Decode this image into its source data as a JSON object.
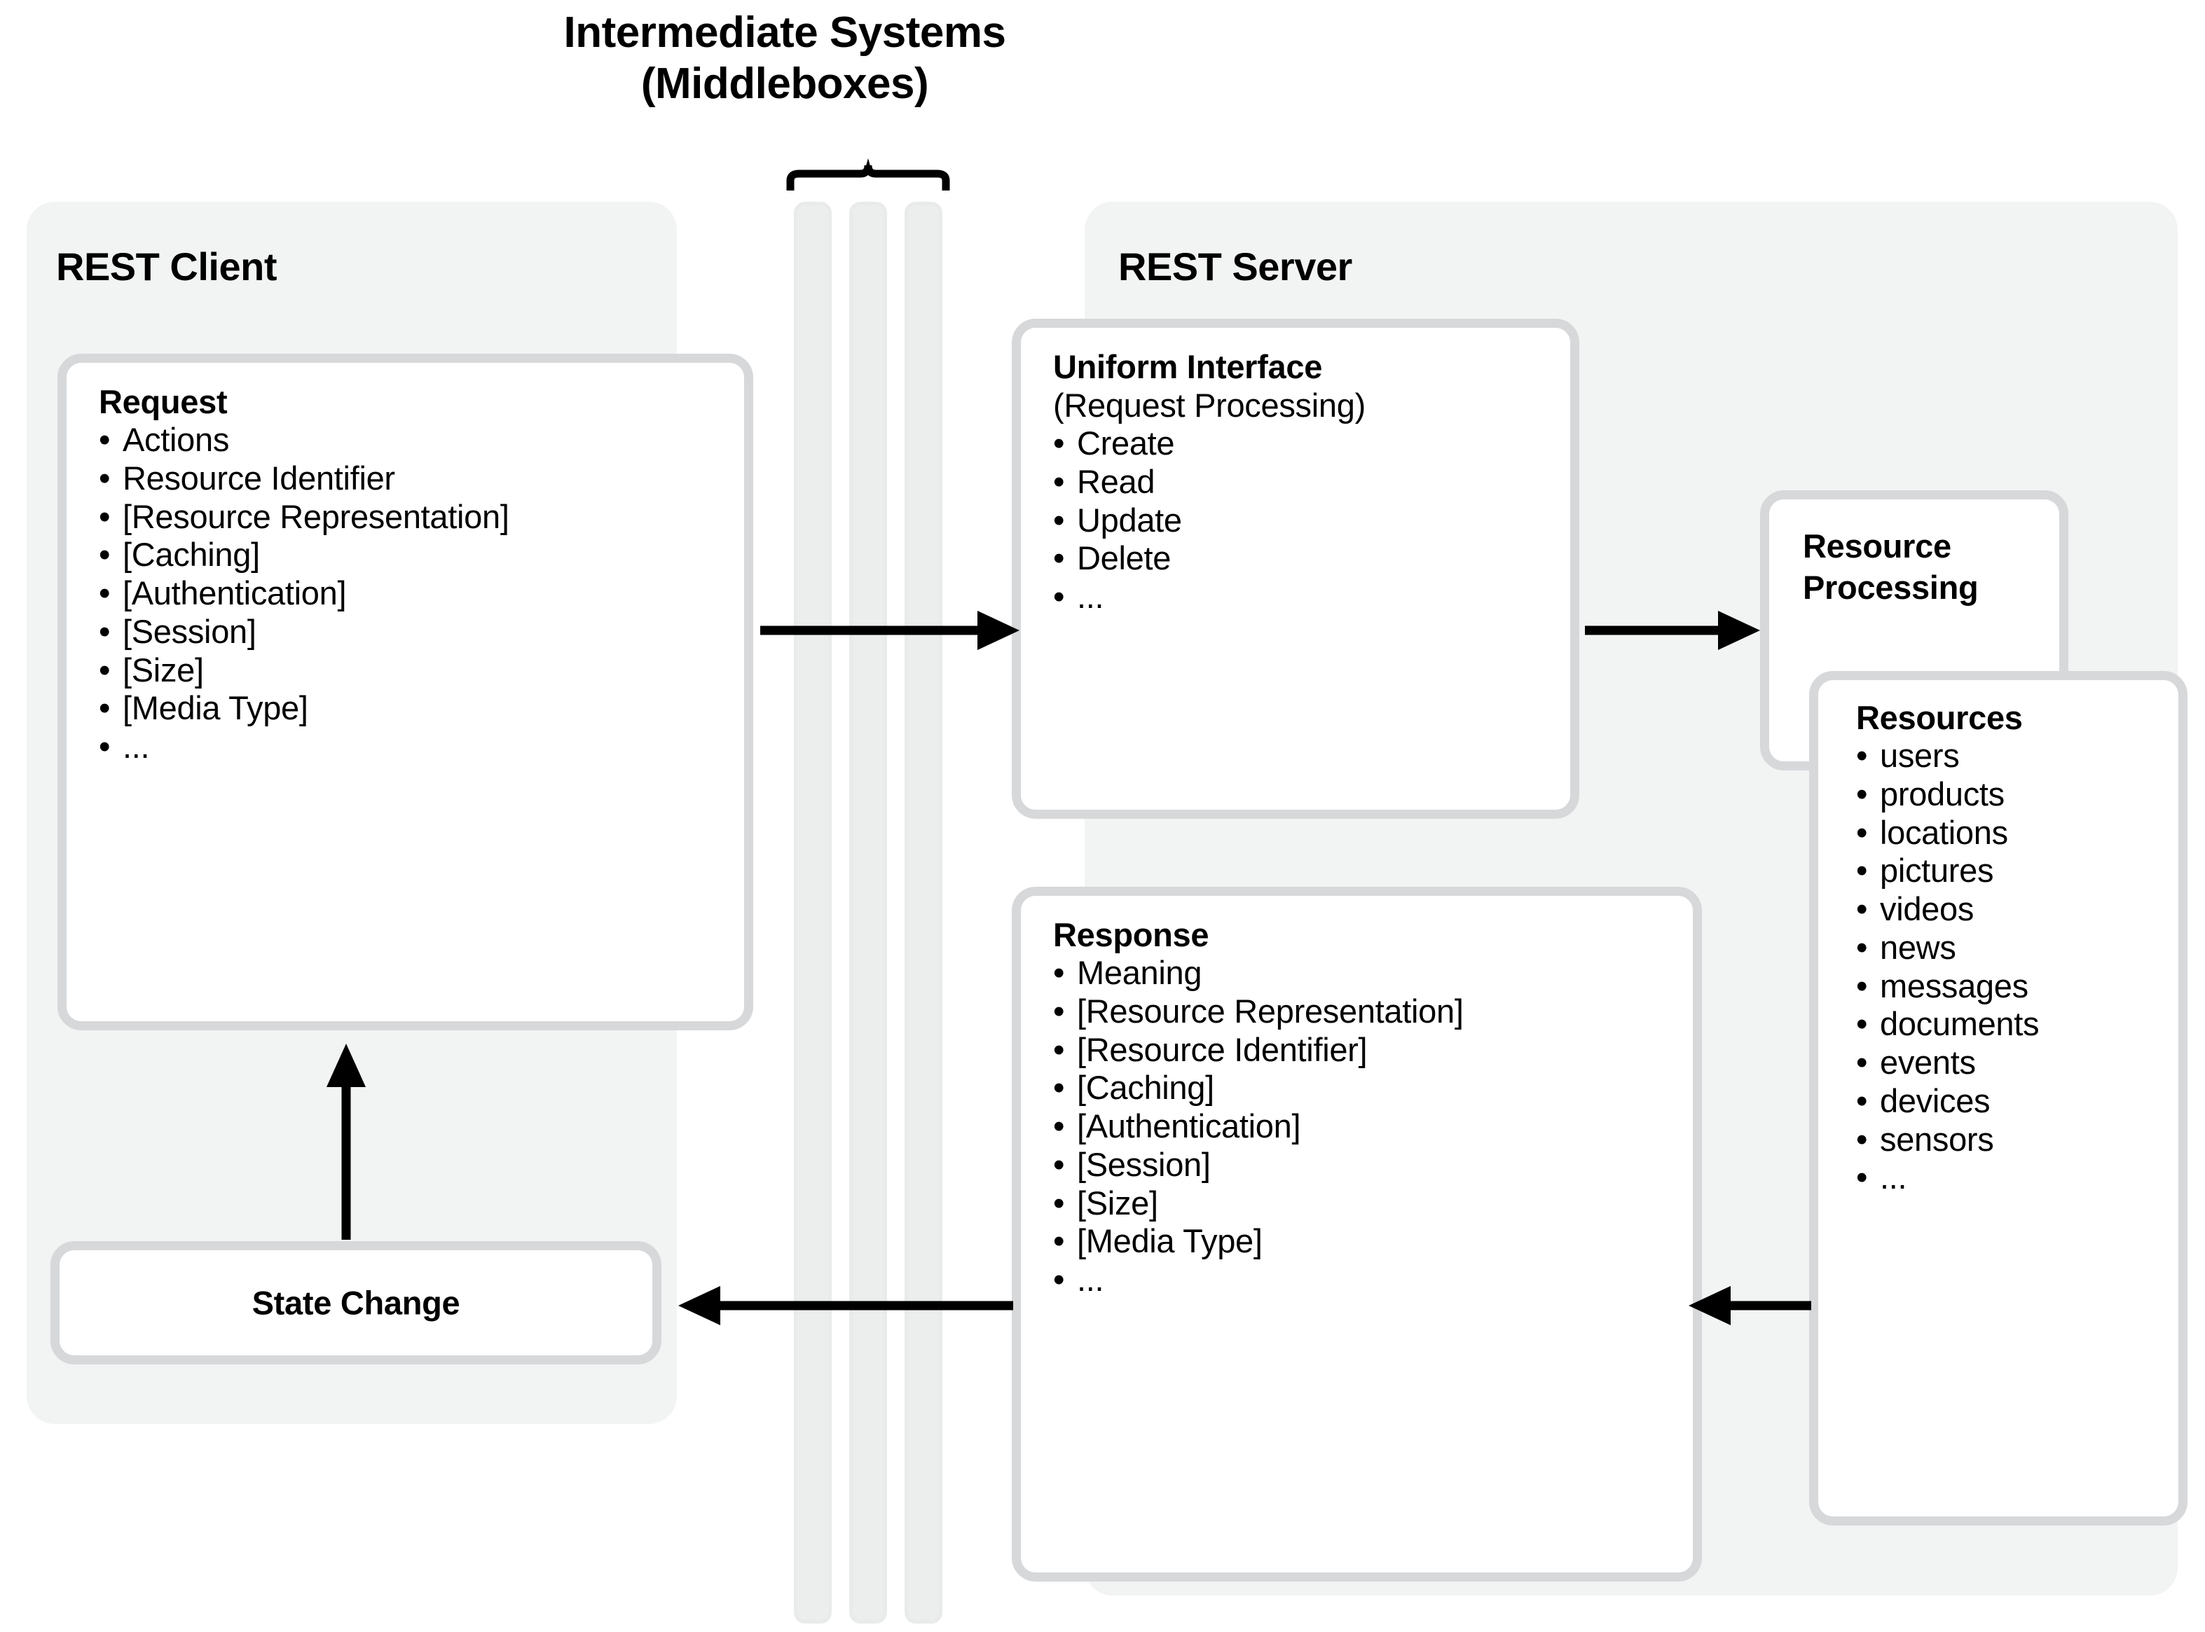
{
  "diagram": {
    "middlebox_title_line1": "Intermediate Systems",
    "middlebox_title_line2": "(Middleboxes)"
  },
  "client_panel": {
    "title": "REST Client",
    "request_card": {
      "title": "Request",
      "items": [
        "Actions",
        "Resource Identifier",
        "[Resource Representation]",
        "[Caching]",
        "[Authentication]",
        "[Session]",
        "[Size]",
        "[Media Type]",
        "..."
      ]
    },
    "state_change_card": {
      "label": "State Change"
    }
  },
  "server_panel": {
    "title": "REST Server",
    "uniform_interface_card": {
      "title": "Uniform Interface",
      "subtitle": "(Request Processing)",
      "items": [
        "Create",
        "Read",
        "Update",
        "Delete",
        "..."
      ]
    },
    "response_card": {
      "title": "Response",
      "items": [
        "Meaning",
        "[Resource Representation]",
        "[Resource Identifier]",
        "[Caching]",
        "[Authentication]",
        "[Session]",
        "[Size]",
        "[Media Type]",
        "..."
      ]
    },
    "resource_processing_card": {
      "title_line1": "Resource",
      "title_line2": "Processing"
    },
    "resources_card": {
      "title": "Resources",
      "items": [
        "users",
        "products",
        "locations",
        "pictures",
        "videos",
        "news",
        "messages",
        "documents",
        "events",
        "devices",
        "sensors",
        "..."
      ]
    }
  },
  "middleboxes": {
    "count": 3,
    "labels": [
      "middlebox-1",
      "middlebox-2",
      "middlebox-3"
    ]
  },
  "arrows": [
    {
      "name": "request-to-uniform-interface",
      "direction": "right"
    },
    {
      "name": "uniform-interface-to-resource-processing",
      "direction": "right"
    },
    {
      "name": "resources-to-response",
      "direction": "left"
    },
    {
      "name": "response-to-state-change",
      "direction": "left"
    },
    {
      "name": "state-change-to-request",
      "direction": "up"
    }
  ],
  "colors": {
    "panel_background": "#f2f3f3",
    "card_border": "#d6d8da",
    "card_background": "#ffffff",
    "middlebox_fill": "#eceeee",
    "text": "#000000",
    "page_background": "#ffffff"
  }
}
